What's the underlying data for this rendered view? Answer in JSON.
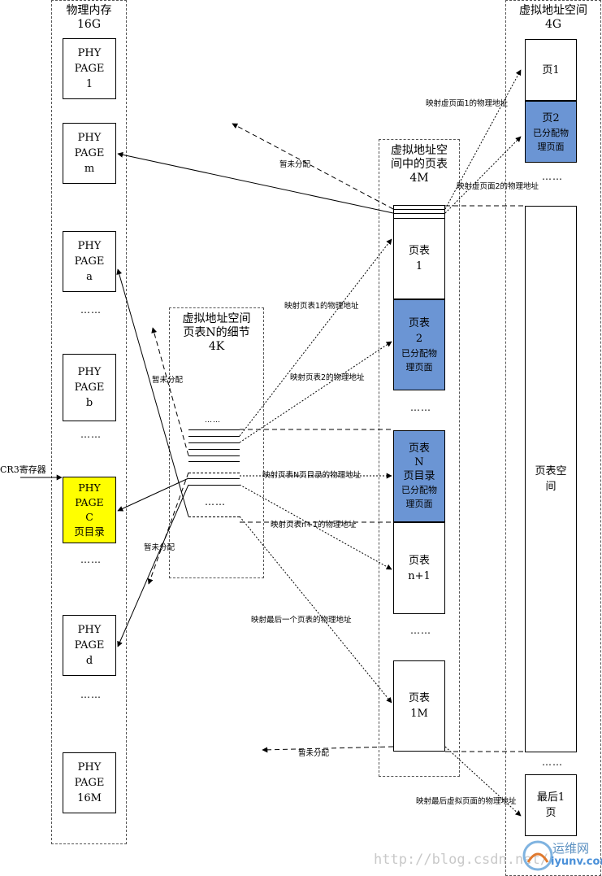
{
  "physical_memory": {
    "title": "物理内存\n16G",
    "pages": [
      {
        "text": "PHY\nPAGE\n1"
      },
      {
        "text": "PHY\nPAGE\nm"
      },
      {
        "text": "PHY\nPAGE\na"
      },
      {
        "text": "PHY\nPAGE\nb"
      },
      {
        "text": "PHY\nPAGE\nC\n页目录",
        "highlight": "#ffff00"
      },
      {
        "text": "PHY\nPAGE\nd"
      },
      {
        "text": "PHY\nPAGE\n16M"
      }
    ],
    "ellipsis": "……"
  },
  "cr3": {
    "label": "CR3寄存器"
  },
  "detail": {
    "title": "虚拟地址空间\n页表N的细节\n4K",
    "ellipsis_top": "……",
    "ellipsis_mid": "……"
  },
  "page_tables": {
    "title": "虚拟地址空\n间中的页表\n4M",
    "tables": [
      {
        "label": "页表\n1"
      },
      {
        "label": "页表\n2",
        "note": "已分配物\n理页面",
        "color": "#6b95d4"
      },
      {
        "label": "页表\nN\n页目录",
        "note": "已分配物\n理页面",
        "color": "#6b95d4"
      },
      {
        "label": "页表\nn+1"
      },
      {
        "label": "页表\n1M"
      }
    ],
    "ellipsis": "……"
  },
  "virtual_space": {
    "title": "虚拟地址空间\n4G",
    "page1": "页1",
    "page2": "页2",
    "page2_note": "已分配物\n理页面",
    "page_table_space": "页表空\n间",
    "last_page": "最后1\n页",
    "ellipsis": "……"
  },
  "annotations": {
    "map_vpage1": "映射虚页面1的物理地址",
    "map_vpage2": "映射虚页面2的物理地址",
    "map_pt1": "映射页表1的物理地址",
    "map_pt2": "映射页表2的物理地址",
    "map_ptN": "映射页表N页目录的物理地址",
    "map_ptn1": "映射页表n+1的物理地址",
    "map_last_pt": "映射最后一个页表的物理地址",
    "map_last_vpage": "映射最后虚拟页面的物理地址",
    "unallocated": "暂未分配"
  },
  "watermark": {
    "url": "http://blog.csdn.net/",
    "logo_top": "运维网",
    "logo_bottom": "iyunv.com"
  }
}
